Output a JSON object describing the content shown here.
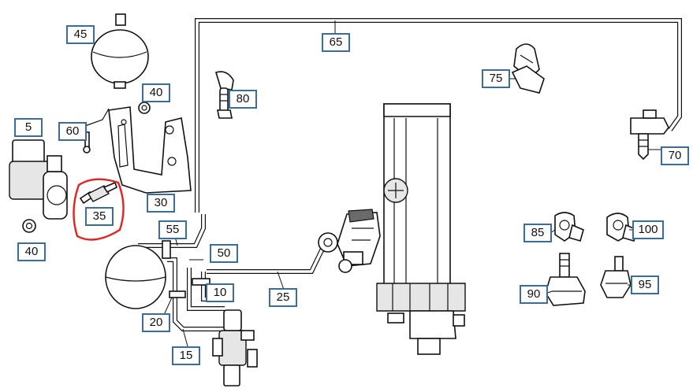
{
  "diagram": {
    "highlight_color": "#e8201e",
    "callout_border_color": "#3a6e96",
    "highlighted_part": "35",
    "callouts": {
      "c5": "5",
      "c10": "10",
      "c15": "15",
      "c20": "20",
      "c25": "25",
      "c30": "30",
      "c35": "35",
      "c40a": "40",
      "c40b": "40",
      "c45": "45",
      "c50": "50",
      "c55": "55",
      "c60": "60",
      "c65": "65",
      "c70": "70",
      "c75": "75",
      "c80": "80",
      "c85": "85",
      "c90": "90",
      "c95": "95",
      "c100": "100"
    }
  }
}
